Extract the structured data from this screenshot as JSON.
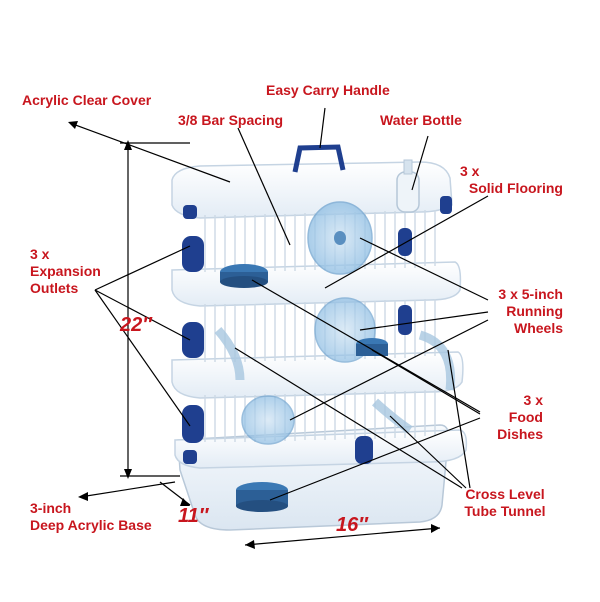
{
  "labels": {
    "acrylic_cover": "Acrylic Clear Cover",
    "bar_spacing": "3/8 Bar Spacing",
    "carry_handle": "Easy Carry Handle",
    "water_bottle": "Water Bottle",
    "solid_flooring_1": "3 x",
    "solid_flooring_2": "Solid Flooring",
    "expansion_1": "3 x",
    "expansion_2": "Expansion",
    "expansion_3": "Outlets",
    "wheels_1": "3 x 5-inch",
    "wheels_2": "Running",
    "wheels_3": "Wheels",
    "food_1": "3 x",
    "food_2": "Food",
    "food_3": "Dishes",
    "tunnel_1": "Cross Level",
    "tunnel_2": "Tube Tunnel",
    "base_1": "3-inch",
    "base_2": "Deep Acrylic Base"
  },
  "dimensions": {
    "height": "22″",
    "depth": "11″",
    "width": "16″"
  },
  "colors": {
    "label": "#c8161e",
    "accent_blue": "#1f3f8f",
    "light_blue": "#7fb3d9",
    "cage_white": "#f4f8fc",
    "frame": "#c9d8e6"
  }
}
